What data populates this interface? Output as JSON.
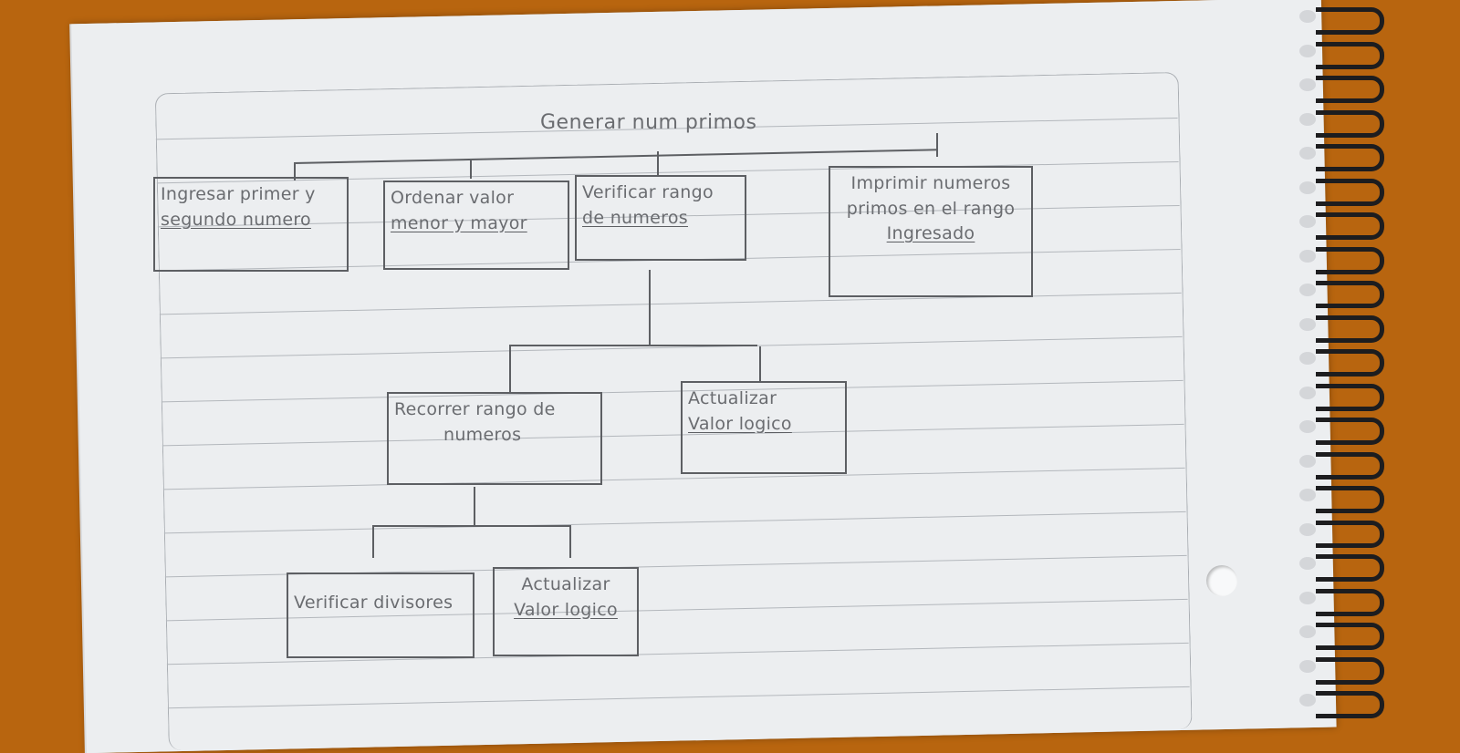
{
  "diagram": {
    "root": {
      "label": "Generar num primos"
    },
    "level1": [
      {
        "line1": "Ingresar primer y",
        "line2": "segundo numero"
      },
      {
        "line1": "Ordenar valor",
        "line2": "menor y mayor"
      },
      {
        "line1": "Verificar rango",
        "line2": "de numeros"
      },
      {
        "line1": "Imprimir numeros",
        "line2": "primos en el rango",
        "line3": "Ingresado"
      }
    ],
    "level2": [
      {
        "line1": "Recorrer rango de",
        "line2": "numeros"
      },
      {
        "line1": "Actualizar",
        "line2": "Valor logico"
      }
    ],
    "level3": [
      {
        "line1": "Verificar divisores",
        "line2": ""
      },
      {
        "line1": "Actualizar",
        "line2": "Valor logico"
      }
    ]
  },
  "colors": {
    "background": "#b8650f",
    "paper": "#eceef0",
    "ink": "#5d5f63",
    "spiral": "#1d1d1f"
  }
}
